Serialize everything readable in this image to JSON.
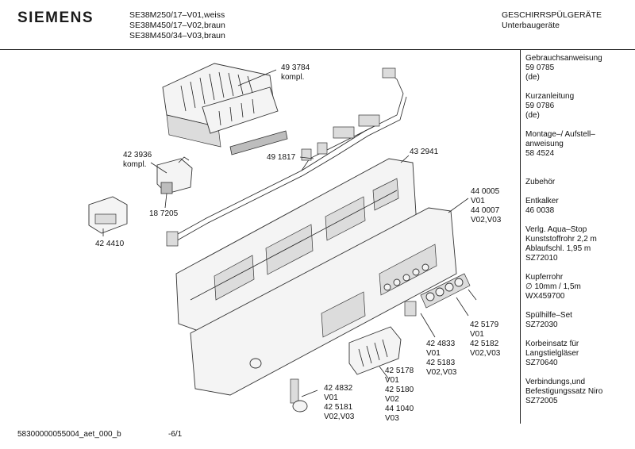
{
  "header": {
    "brand": "SIEMENS",
    "models": [
      "SE38M250/17–V01,weiss",
      "SE38M450/17–V02,braun",
      "SE38M450/34–V03,braun"
    ],
    "category": [
      "GESCHIRRSPÜLGERÄTE",
      "Unterbaugeräte"
    ]
  },
  "sidebar": [
    [
      "Gebrauchsanweisung",
      "59 0785",
      "(de)"
    ],
    [
      "Kurzanleitung",
      "59 0786",
      "(de)"
    ],
    [
      "Montage–/ Aufstell–",
      "anweisung",
      "58 4524"
    ],
    [
      "Zubehör"
    ],
    [
      "Entkalker",
      "46 0038"
    ],
    [
      "Verlg. Aqua–Stop",
      "Kunststoffrohr 2,2 m",
      "Ablaufschl. 1,95 m",
      "SZ72010"
    ],
    [
      "Kupferrohr",
      "∅ 10mm / 1,5m",
      "WX459700"
    ],
    [
      "Spülhilfe–Set",
      "SZ72030"
    ],
    [
      "Korbeinsatz für",
      "Langstielgläser",
      "SZ70640"
    ],
    [
      "Verbindungs,und",
      "Befestigungssatz Niro",
      "SZ72005"
    ]
  ],
  "callouts": {
    "c493784": [
      "49 3784",
      "kompl."
    ],
    "c423936": [
      "42 3936",
      "kompl."
    ],
    "c187205": [
      "18 7205"
    ],
    "c424410": [
      "42 4410"
    ],
    "c491817": [
      "49 1817"
    ],
    "c432941": [
      "43 2941"
    ],
    "c440005": [
      "44 0005",
      "V01",
      "44 0007",
      "V02,V03"
    ],
    "c425179": [
      "42 5179",
      "V01",
      "42 5182",
      "V02,V03"
    ],
    "c424833": [
      "42 4833",
      "V01",
      "42 5183",
      "V02,V03"
    ],
    "c424832": [
      "42 4832",
      "V01",
      "42 5181",
      "V02,V03"
    ],
    "c425178": [
      "42 5178",
      "V01",
      "42 5180",
      "V02",
      "44 1040",
      "V03"
    ]
  },
  "footer": {
    "code": "58300000055004_aet_000_b",
    "page": "-6/1"
  }
}
